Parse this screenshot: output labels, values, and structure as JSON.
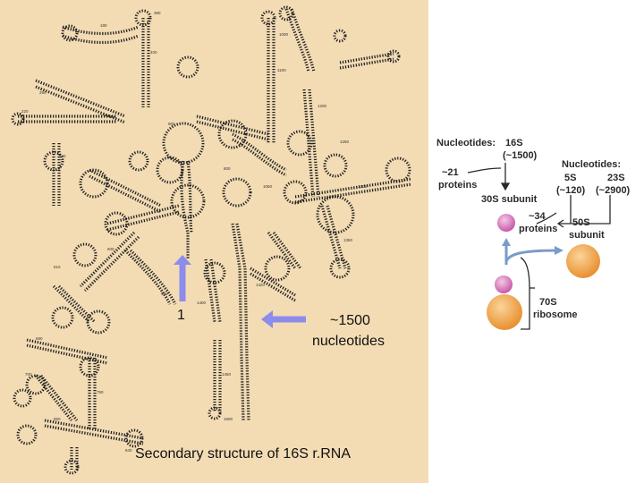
{
  "colors": {
    "panel_background": "#f3dcb4",
    "structure_ink": "#222222",
    "arrow": "#8c8cec",
    "arrow_outline": "#5a5acc",
    "flow_arrow": "#7a9cc8",
    "small_subunit": "#d873b8",
    "large_subunit": "#f0a040"
  },
  "structure": {
    "start_label": "1",
    "end_label_line1": "~1500",
    "end_label_line2": "nucleotides",
    "caption": "Secondary structure of 16S r.RNA"
  },
  "ribosome": {
    "small_nucleotides_heading": "Nucleotides:",
    "small_rrna_name": "16S",
    "small_rrna_length": "(~1500)",
    "small_protein_count": "~21",
    "small_protein_word": "proteins",
    "small_subunit_label": "30S subunit",
    "large_nucleotides_heading": "Nucleotides:",
    "large_rrna_5s_name": "5S",
    "large_rrna_5s_length": "(~120)",
    "large_rrna_23s_name": "23S",
    "large_rrna_23s_length": "(~2900)",
    "large_protein_count": "~34",
    "large_protein_word": "proteins",
    "large_subunit_label_line1": "50S",
    "large_subunit_label_line2": "subunit",
    "full_ribosome_label_line1": "70S",
    "full_ribosome_label_line2": "ribosome"
  }
}
